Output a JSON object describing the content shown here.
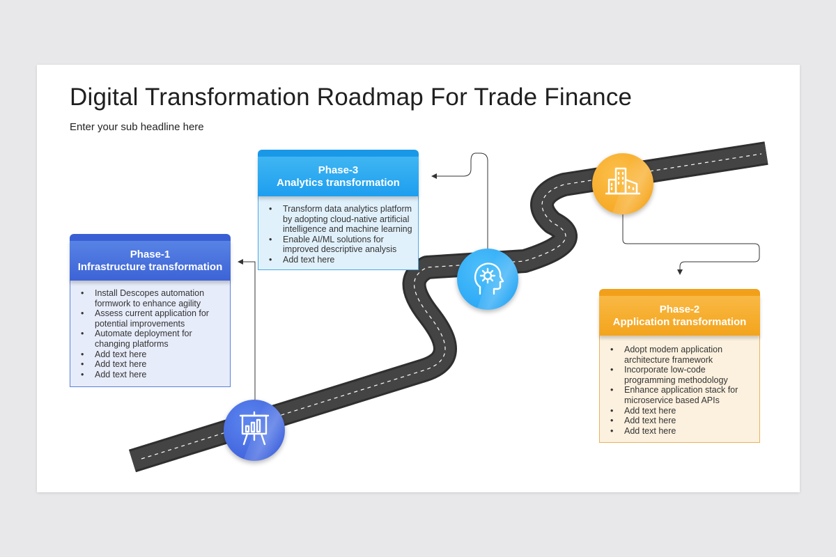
{
  "slide": {
    "title": "Digital Transformation Roadmap For Trade Finance",
    "subtitle": "Enter your sub headline here"
  },
  "phases": [
    {
      "label": "Phase-1",
      "name": "Infrastructure transformation",
      "color": "#3d63d6",
      "icon": "presentation-chart-icon",
      "items": [
        [
          "Install Descopes automation",
          "formwork to enhance agility"
        ],
        [
          "Assess current application for",
          "potential improvements"
        ],
        [
          "Automate deployment for",
          "changing platforms"
        ],
        [
          "Add text here"
        ],
        [
          "Add text here"
        ],
        [
          "Add text here"
        ]
      ]
    },
    {
      "label": "Phase-2",
      "name": "Application transformation",
      "color": "#f4a41c",
      "icon": "buildings-icon",
      "items": [
        [
          "Adopt modem application",
          "architecture framework"
        ],
        [
          "Incorporate low-code",
          "programming methodology"
        ],
        [
          "Enhance application stack for",
          "microservice based APIs"
        ],
        [
          "Add text here"
        ],
        [
          "Add text here"
        ],
        [
          "Add text here"
        ]
      ]
    },
    {
      "label": "Phase-3",
      "name": "Analytics transformation",
      "color": "#1e9ef0",
      "icon": "head-gear-icon",
      "items": [
        [
          "Transform data analytics platform",
          "by adopting cloud-native artificial",
          "intelligence  and machine learning"
        ],
        [
          "Enable AI/ML solutions for",
          "improved descriptive analysis"
        ],
        [
          "Add text here"
        ]
      ]
    }
  ],
  "bullet": "•",
  "colors": {
    "road": "#3a3a3a",
    "road_line": "#ffffff",
    "connector": "#333333",
    "background": "#e8e8ea"
  }
}
